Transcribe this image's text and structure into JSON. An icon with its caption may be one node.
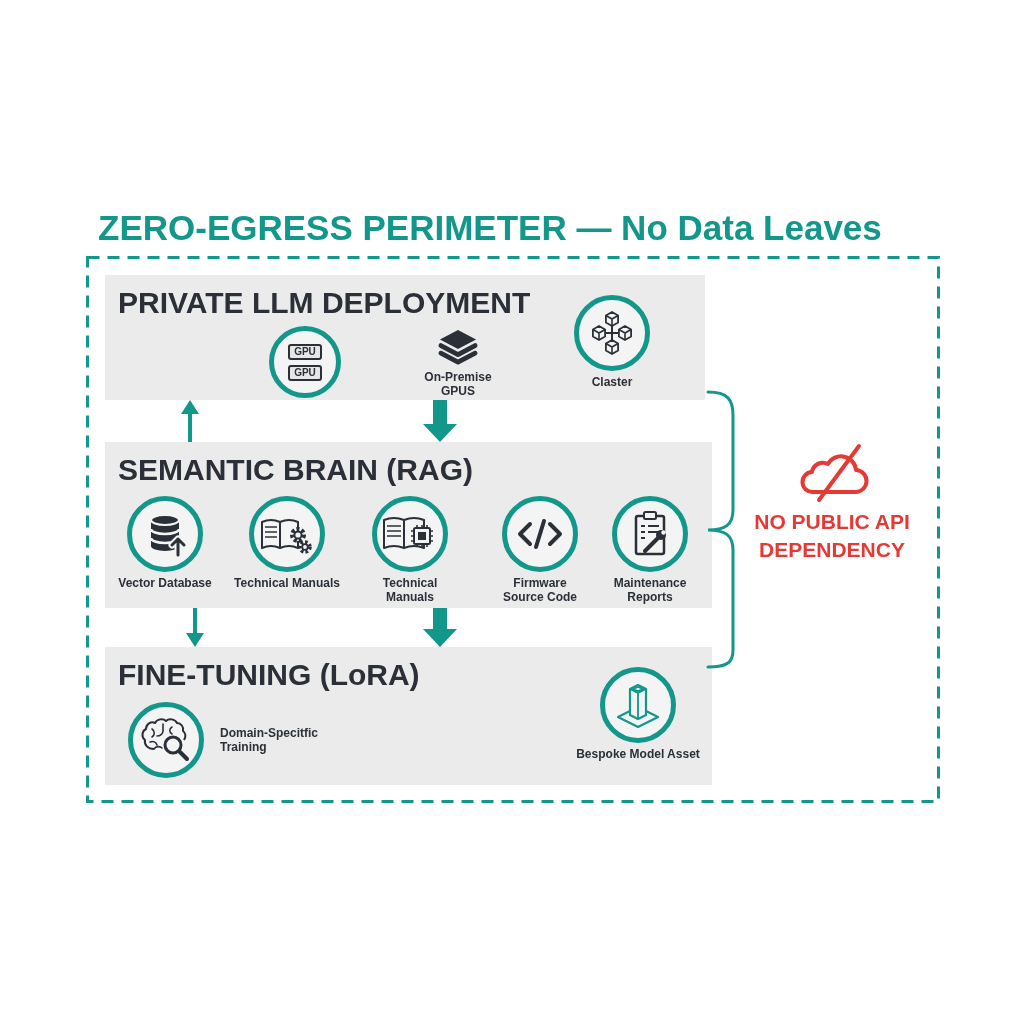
{
  "diagram": {
    "nodes": [
      {
        "text": [
          "ZERO-EGRESS PERIMETER — No Data Leaves"
        ]
      },
      {
        "text": [
          "PRIVATE LLM DEPLOYMENT"
        ],
        "in": 0
      },
      {
        "text": [
          "GPU",
          "GPU"
        ],
        "in": 1
      },
      {
        "text": [
          "On-Premise GPUS"
        ],
        "in": 1
      },
      {
        "text": [
          "Claster"
        ],
        "in": 1
      },
      {
        "text": [
          "SEMANTIC BRAIN (RAG)"
        ],
        "in": 0
      },
      {
        "text": [
          "Vector Database"
        ],
        "in": 5
      },
      {
        "text": [
          "Technical Manuals"
        ],
        "in": 5
      },
      {
        "text": [
          "Technical Manuals"
        ],
        "in": 5
      },
      {
        "text": [
          "Firmware Source Code"
        ],
        "in": 5
      },
      {
        "text": [
          "Maintenance Reports"
        ],
        "in": 5
      },
      {
        "text": [
          "FINE-TUNING (LoRA)"
        ],
        "in": 0
      },
      {
        "text": [
          "Domain-Specitfic Training"
        ],
        "in": 11
      },
      {
        "text": [
          "Bespoke Model Asset"
        ],
        "in": 11
      }
    ],
    "edges": [
      {
        "from": 5,
        "to": 1,
        "arrow": "to"
      },
      {
        "from": 1,
        "to": 5,
        "arrow": "to",
        "style": "thick"
      },
      {
        "from": 5,
        "to": 11,
        "arrow": "to"
      },
      {
        "from": 5,
        "to": 11,
        "arrow": "to",
        "style": "thick"
      }
    ],
    "labels": [
      "NO PUBLIC API DEPENDENCY"
    ]
  }
}
